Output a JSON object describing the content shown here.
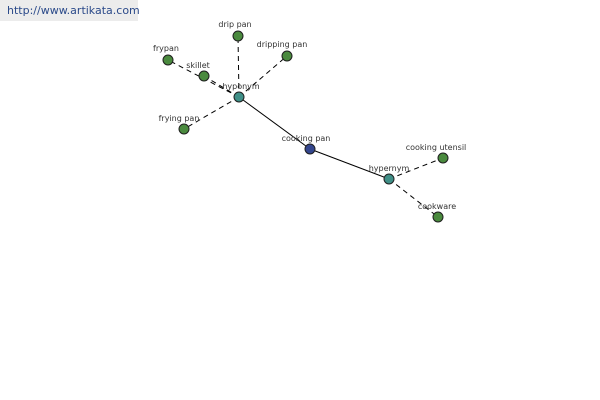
{
  "source": {
    "url_text": "http://www.artikata.com"
  },
  "colors": {
    "leaf_node": "#4a8a3e",
    "relation_node": "#3f8f87",
    "center_node": "#34468e"
  },
  "graph": {
    "center": {
      "label": "cooking pan"
    },
    "relations": [
      {
        "label": "hyponym"
      },
      {
        "label": "hypernym"
      }
    ],
    "hyponyms": [
      {
        "label": "frypan"
      },
      {
        "label": "skillet"
      },
      {
        "label": "drip pan"
      },
      {
        "label": "dripping pan"
      },
      {
        "label": "frying pan"
      }
    ],
    "hypernyms": [
      {
        "label": "cooking utensil"
      },
      {
        "label": "cookware"
      }
    ]
  }
}
